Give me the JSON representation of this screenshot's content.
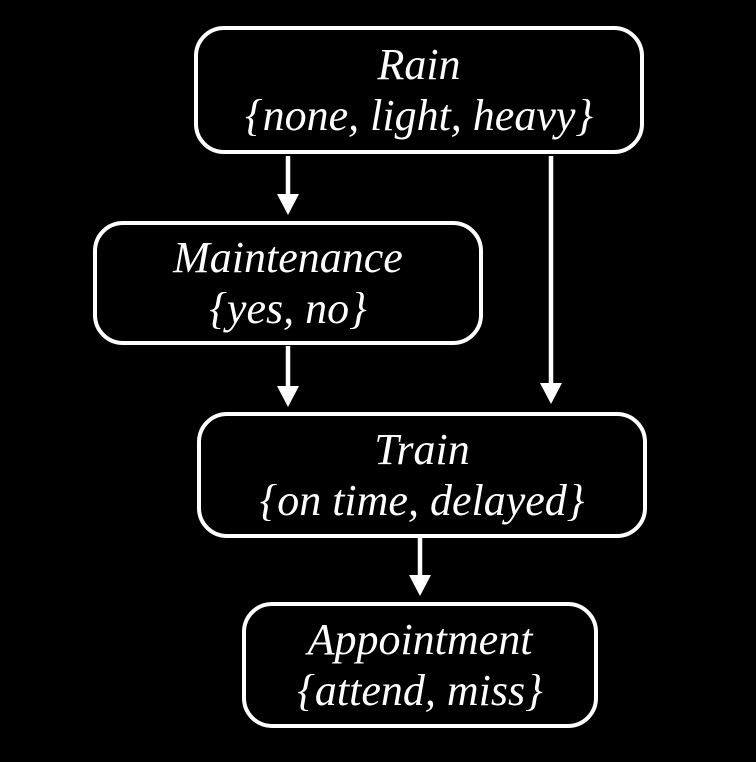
{
  "diagram": {
    "type": "bayesian-network",
    "colors": {
      "background": "#000000",
      "node_border": "#ffffff",
      "text": "#ffffff",
      "arrow": "#ffffff"
    },
    "nodes": [
      {
        "id": "rain",
        "name": "Rain",
        "domain": "{none, light, heavy}"
      },
      {
        "id": "maintenance",
        "name": "Maintenance",
        "domain": "{yes, no}"
      },
      {
        "id": "train",
        "name": "Train",
        "domain": "{on time, delayed}"
      },
      {
        "id": "appointment",
        "name": "Appointment",
        "domain": "{attend, miss}"
      }
    ],
    "edges": [
      {
        "from": "Rain",
        "to": "Maintenance"
      },
      {
        "from": "Rain",
        "to": "Train"
      },
      {
        "from": "Maintenance",
        "to": "Train"
      },
      {
        "from": "Train",
        "to": "Appointment"
      }
    ]
  }
}
